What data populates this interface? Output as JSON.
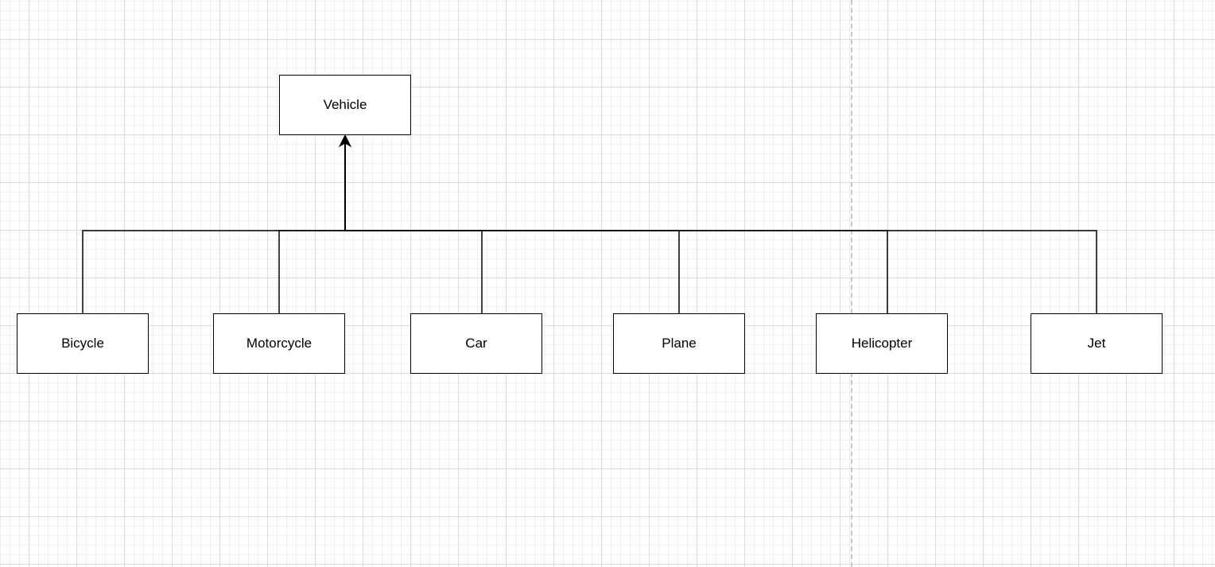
{
  "diagram": {
    "type": "inheritance-tree",
    "parent": {
      "id": "vehicle",
      "label": "Vehicle"
    },
    "children": [
      {
        "id": "bicycle",
        "label": "Bicycle"
      },
      {
        "id": "motorcycle",
        "label": "Motorcycle"
      },
      {
        "id": "car",
        "label": "Car"
      },
      {
        "id": "plane",
        "label": "Plane"
      },
      {
        "id": "helicopter",
        "label": "Helicopter"
      },
      {
        "id": "jet",
        "label": "Jet"
      }
    ],
    "edges": [
      {
        "from": "bicycle",
        "to": "vehicle",
        "arrow": "open-arrow-at-target"
      },
      {
        "from": "motorcycle",
        "to": "vehicle",
        "arrow": "open-arrow-at-target"
      },
      {
        "from": "car",
        "to": "vehicle",
        "arrow": "open-arrow-at-target"
      },
      {
        "from": "plane",
        "to": "vehicle",
        "arrow": "open-arrow-at-target"
      },
      {
        "from": "helicopter",
        "to": "vehicle",
        "arrow": "open-arrow-at-target"
      },
      {
        "from": "jet",
        "to": "vehicle",
        "arrow": "open-arrow-at-target"
      }
    ]
  },
  "colors": {
    "stroke": "#000000",
    "fill": "#ffffff",
    "grid": "#dcdcdc",
    "page_break": "#c8c8c8"
  }
}
